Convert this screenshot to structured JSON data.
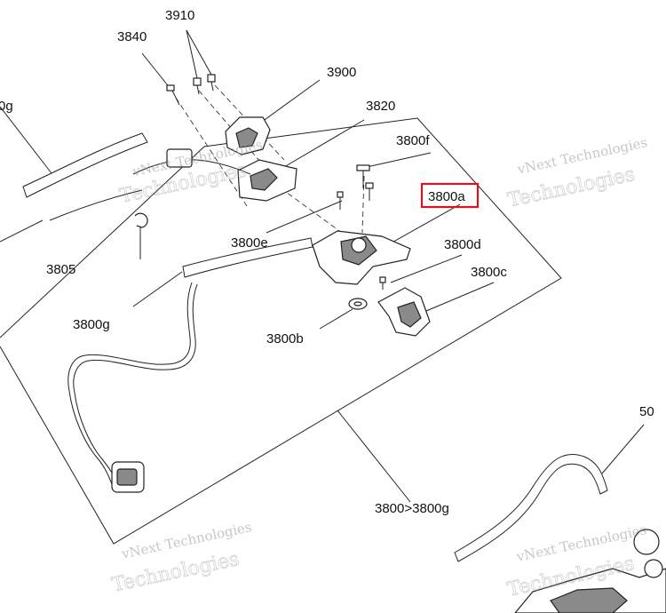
{
  "callouts": {
    "c3910": "3910",
    "c3840": "3840",
    "c3900": "3900",
    "c3820": "3820",
    "c3800f": "3800f",
    "c0g": "0g",
    "c3800a": "3800a",
    "c3800d": "3800d",
    "c3800c": "3800c",
    "c3800e": "3800e",
    "c3805": "3805",
    "c3800g": "3800g",
    "c3800b": "3800b",
    "c50": "50",
    "c3800range": "3800>3800g"
  },
  "watermark": {
    "line1": "vNext Technologies",
    "line2": "Technologies"
  },
  "highlight": {
    "target": "3800a",
    "color": "#d9141f"
  }
}
